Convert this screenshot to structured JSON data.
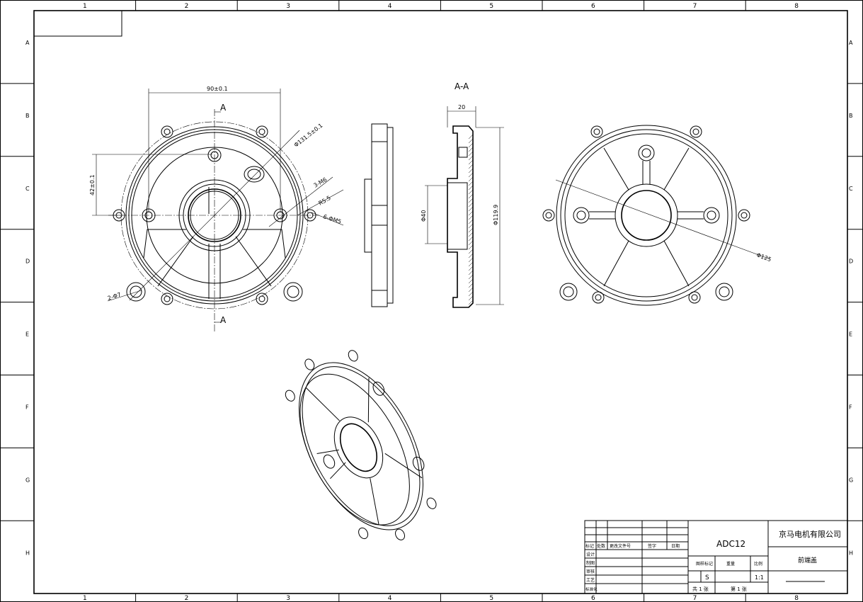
{
  "border": {
    "columns": [
      "1",
      "2",
      "3",
      "4",
      "5",
      "6",
      "7",
      "8"
    ],
    "rows": [
      "A",
      "B",
      "C",
      "D",
      "E",
      "F",
      "G",
      "H"
    ]
  },
  "views": {
    "section_label": "A-A",
    "cut_mark": "A",
    "dimensions": {
      "width_90": "90±0.1",
      "height_42": "42±0.1",
      "dia_131": "Φ131.5±0.1",
      "thread_m6": "3-M6",
      "radius": "R5.5",
      "holes_m5": "6-ΦM5",
      "holes_7": "2-Φ7",
      "thickness": "20",
      "dia_40": "Φ40",
      "dia_119": "Φ119.9",
      "dia_125": "Φ125"
    }
  },
  "title_block": {
    "material": "ADC12",
    "company": "京马电机有限公司",
    "part_name": "前端盖",
    "rev_headers": [
      "标记",
      "处数",
      "更改文件号",
      "签字",
      "日期"
    ],
    "roles": [
      "设计",
      "制图",
      "审核",
      "工艺",
      "标准化"
    ],
    "mark_header": "图样标记",
    "weight_header": "重量",
    "scale_header": "比例",
    "mark_value": "S",
    "scale_value": "1:1",
    "sheets_total": "共 1 张",
    "sheet_no": "第 1 张"
  }
}
